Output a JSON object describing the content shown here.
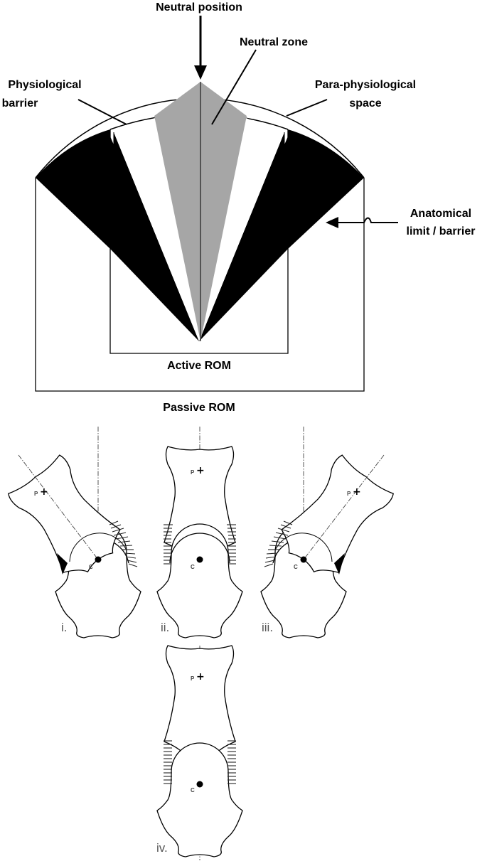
{
  "rom_diagram": {
    "labels": {
      "neutral_position": "Neutral position",
      "neutral_zone": "Neutral zone",
      "physiological_barrier_line1": "Physiological",
      "physiological_barrier_line2": "barrier",
      "para_physiological_line1": "Para-physiological",
      "para_physiological_line2": "space",
      "anatomical_line1": "Anatomical",
      "anatomical_line2": "limit / barrier",
      "active_rom": "Active ROM",
      "passive_rom": "Passive ROM"
    },
    "colors": {
      "neutral_zone_fill": "#a6a6a6",
      "barrier_fill": "#000000",
      "background": "#ffffff"
    }
  },
  "joint_panels": {
    "labels": [
      "i.",
      "ii.",
      "iii.",
      "iv."
    ],
    "point_p": "P",
    "point_c": "C"
  }
}
